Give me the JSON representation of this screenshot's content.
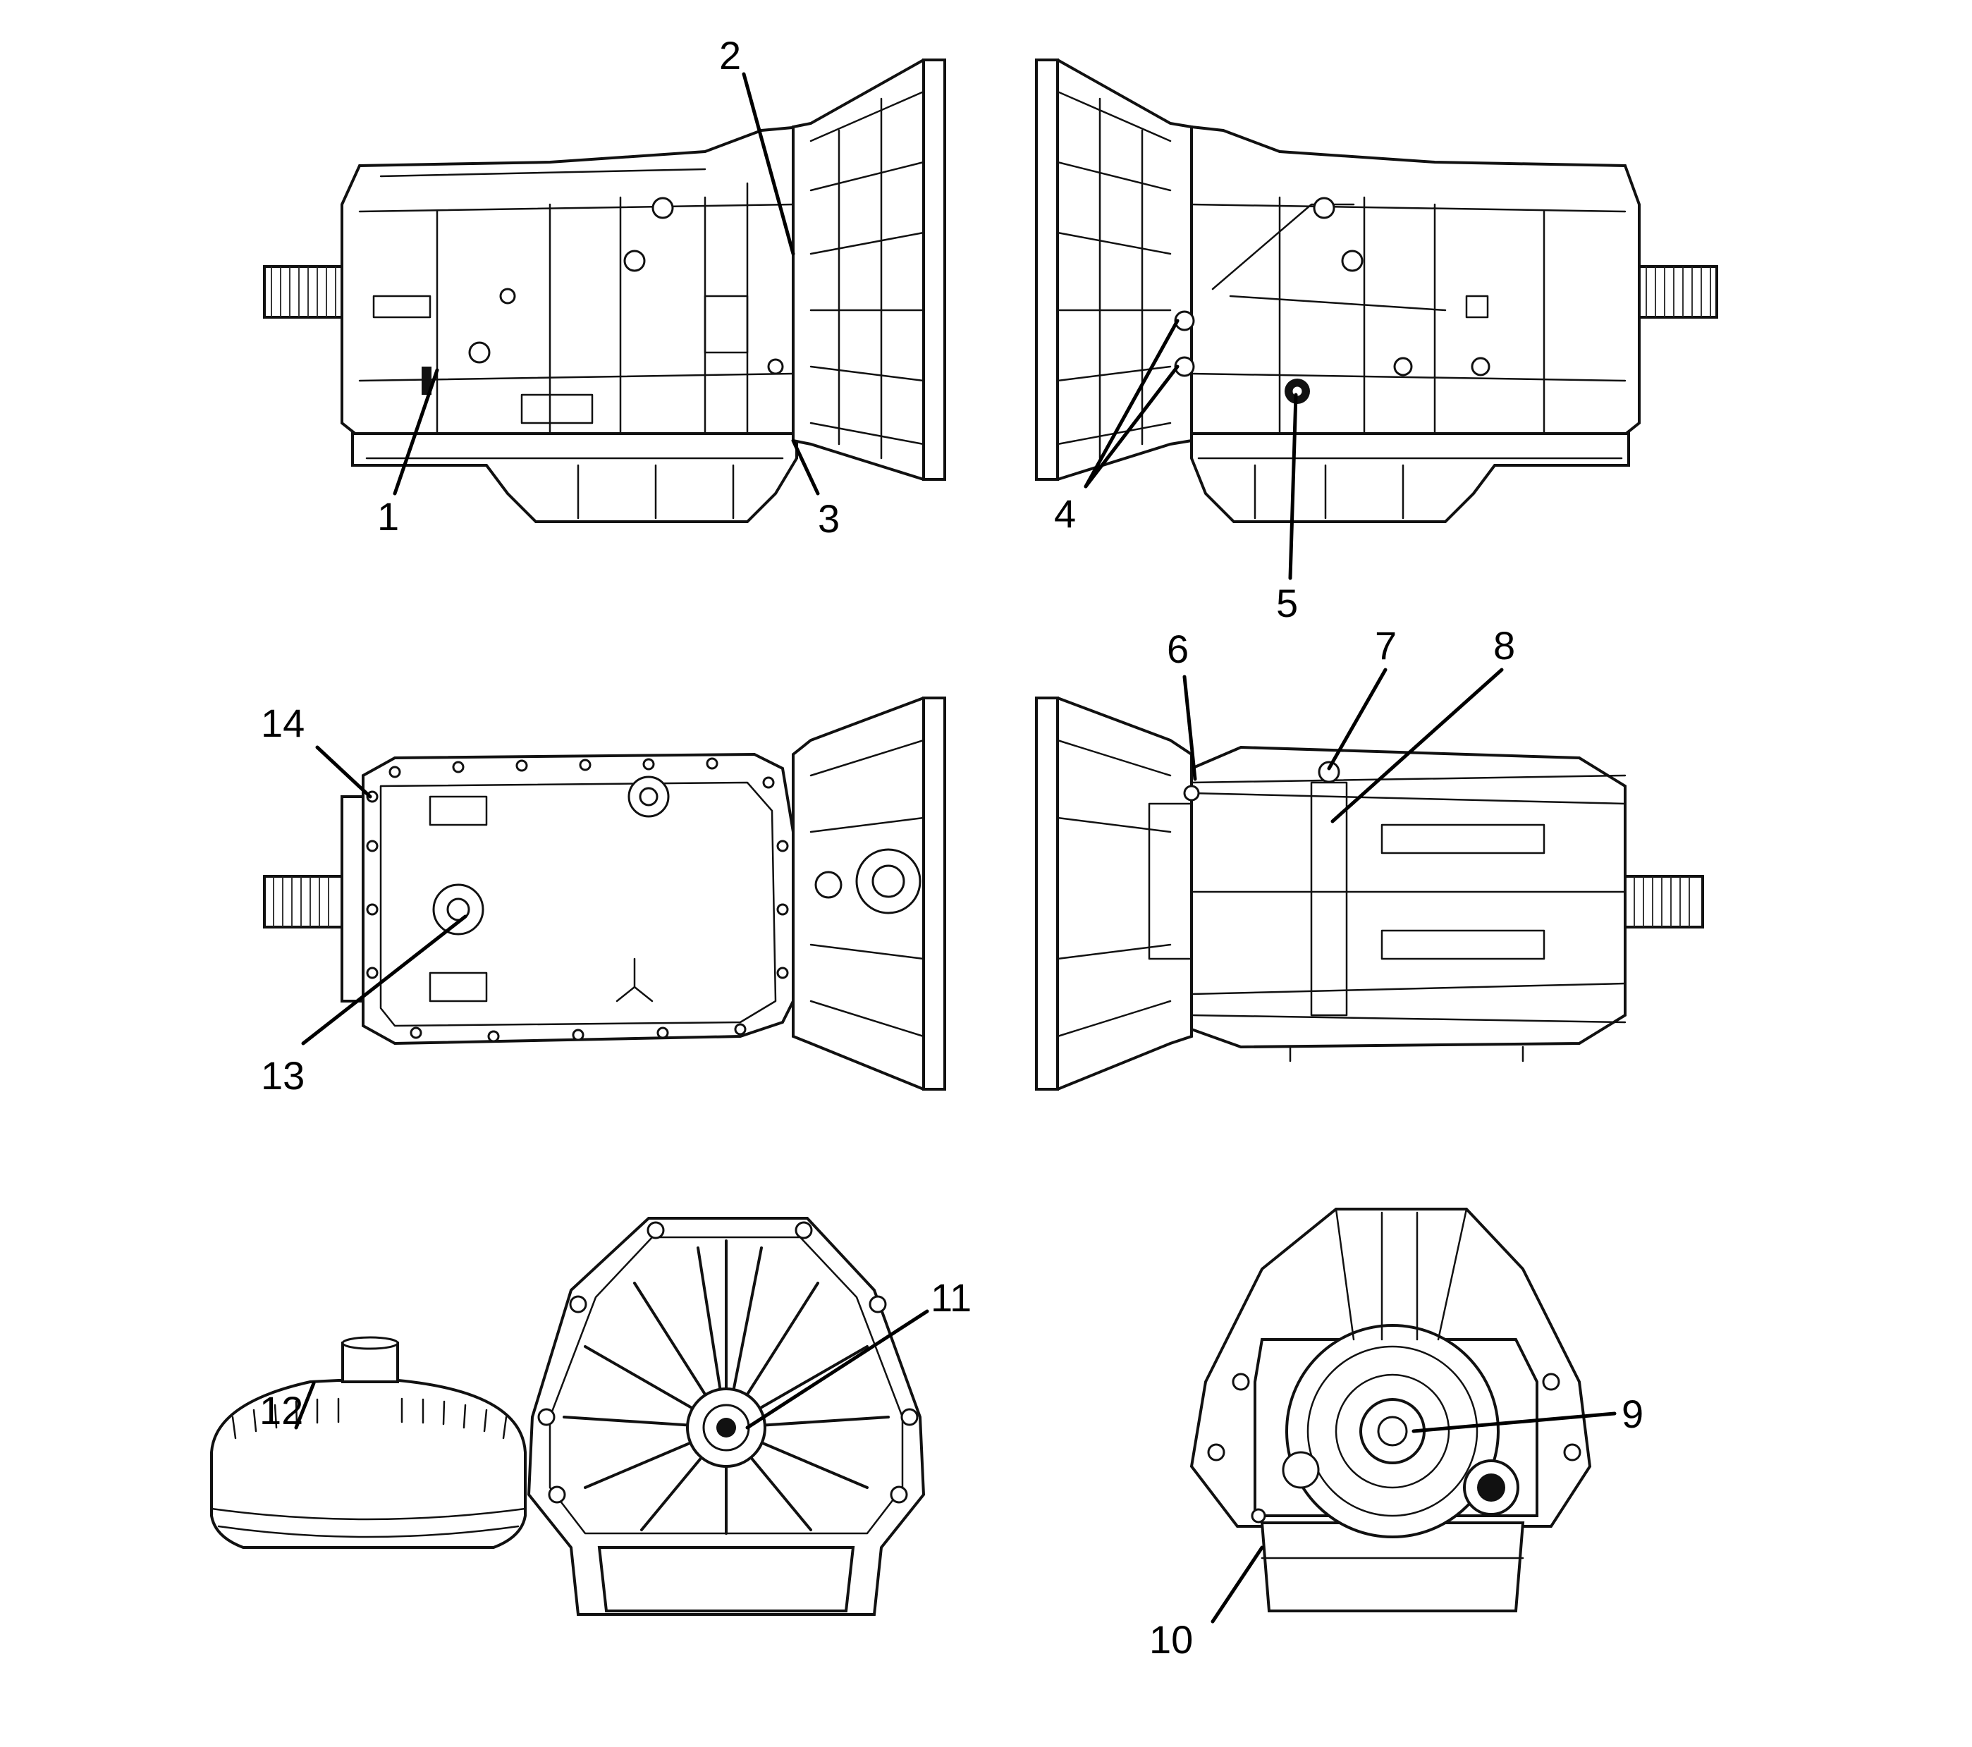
{
  "callouts": [
    {
      "id": "1",
      "label": "1"
    },
    {
      "id": "2",
      "label": "2"
    },
    {
      "id": "3",
      "label": "3"
    },
    {
      "id": "4",
      "label": "4"
    },
    {
      "id": "5",
      "label": "5"
    },
    {
      "id": "6",
      "label": "6"
    },
    {
      "id": "7",
      "label": "7"
    },
    {
      "id": "8",
      "label": "8"
    },
    {
      "id": "9",
      "label": "9"
    },
    {
      "id": "10",
      "label": "10"
    },
    {
      "id": "11",
      "label": "11"
    },
    {
      "id": "12",
      "label": "12"
    },
    {
      "id": "13",
      "label": "13"
    },
    {
      "id": "14",
      "label": "14"
    }
  ]
}
